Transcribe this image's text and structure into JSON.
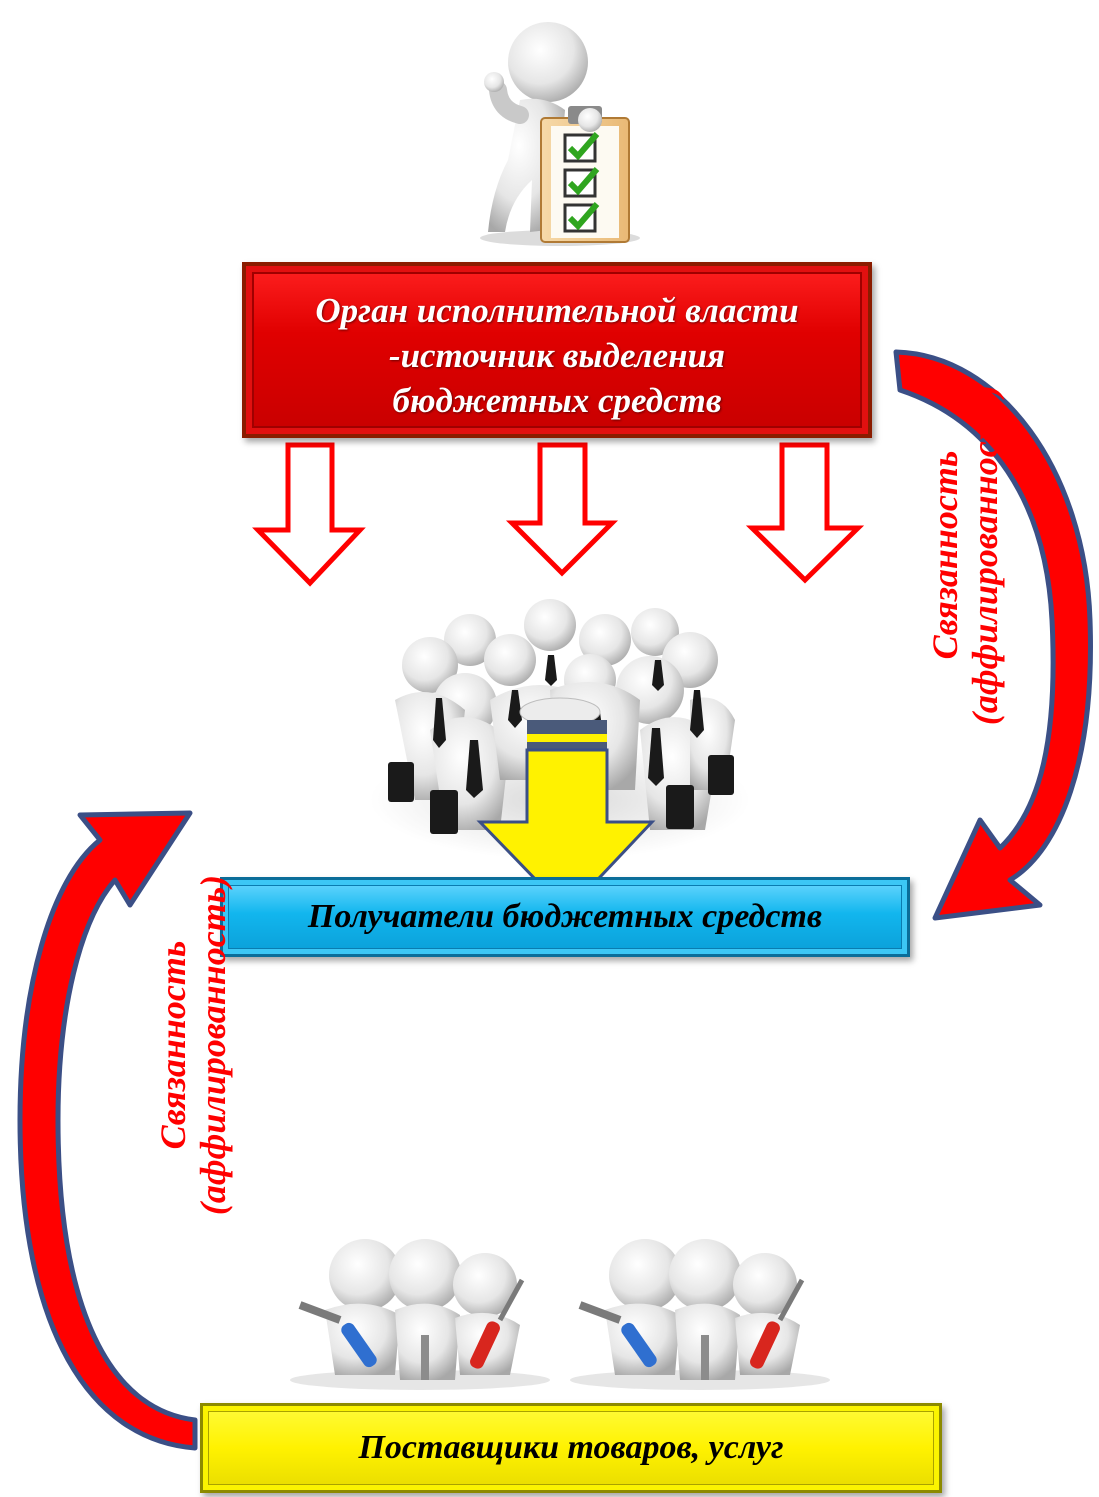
{
  "executive_box": {
    "line1": "Орган исполнительной власти",
    "line2": "-источник выделения",
    "line3": "бюджетных средств"
  },
  "recipients_box": {
    "label": "Получатели бюджетных средств"
  },
  "suppliers_box": {
    "label": "Поставщики товаров, услуг"
  },
  "right_connection": {
    "line1": "Связанность",
    "line2": "(аффилированность)"
  },
  "left_connection": {
    "line1": "Связанность",
    "line2": "(аффилированность)"
  },
  "colors": {
    "executive": "#e00000",
    "recipients": "#12b6ee",
    "suppliers": "#fff200",
    "connection_text": "#ff0000",
    "curved_arrow_outline": "#3b4f86"
  }
}
